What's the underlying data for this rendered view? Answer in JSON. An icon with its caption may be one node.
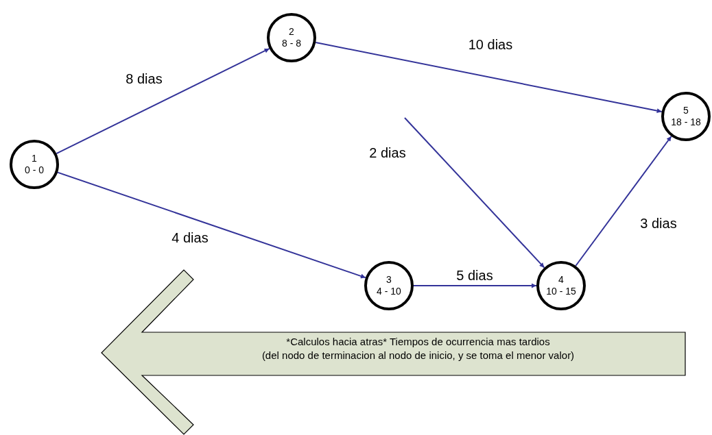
{
  "diagram": {
    "nodes": [
      {
        "text": [
          "1",
          "0 - 0"
        ]
      },
      {
        "text": [
          "2",
          "8 - 8"
        ]
      },
      {
        "text": [
          "5",
          "18 - 18"
        ]
      },
      {
        "text": [
          "3",
          "4 - 10"
        ]
      },
      {
        "text": [
          "4",
          "10 - 15"
        ]
      },
      {
        "text": [
          "*Calculos hacia atras* Tiempos de ocurrencia mas tardios",
          "(del nodo de terminacion al nodo de inicio, y se toma el menor valor)"
        ]
      }
    ],
    "edges": [
      {
        "from": 0,
        "to": 1,
        "arrow": "to",
        "label": "8 dias"
      },
      {
        "from": 1,
        "to": 2,
        "arrow": "to",
        "label": "10 dias"
      },
      {
        "from": null,
        "to": 4,
        "arrow": "to",
        "label": "2 dias"
      },
      {
        "from": 0,
        "to": 3,
        "arrow": "to",
        "label": "4 dias"
      },
      {
        "from": 3,
        "to": 4,
        "arrow": "to",
        "label": "5 dias"
      },
      {
        "from": 4,
        "to": 2,
        "arrow": "to",
        "label": "3 dias"
      }
    ]
  }
}
